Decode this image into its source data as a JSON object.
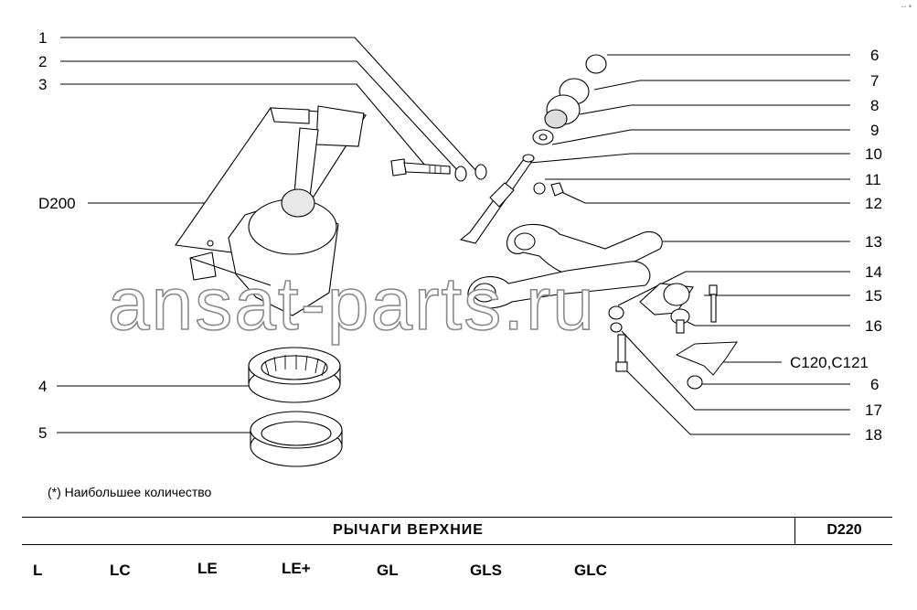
{
  "callouts_left": [
    {
      "label": "1"
    },
    {
      "label": "2"
    },
    {
      "label": "3"
    },
    {
      "label": "D200"
    },
    {
      "label": "4"
    },
    {
      "label": "5"
    }
  ],
  "callouts_right": [
    {
      "label": "6"
    },
    {
      "label": "7"
    },
    {
      "label": "8"
    },
    {
      "label": "9"
    },
    {
      "label": "10"
    },
    {
      "label": "11"
    },
    {
      "label": "12"
    },
    {
      "label": "13"
    },
    {
      "label": "14"
    },
    {
      "label": "15"
    },
    {
      "label": "16"
    },
    {
      "label": "C120,C121"
    },
    {
      "label": "6"
    },
    {
      "label": "17"
    },
    {
      "label": "18"
    }
  ],
  "footnote": "(*) Наибольшее количество",
  "title": "РЫЧАГИ   ВЕРХНИЕ",
  "code": "D220",
  "versions": [
    "L",
    "LC",
    "LE",
    "LE+",
    "GL",
    "GLS",
    "GLC"
  ],
  "watermark": "ansat-parts.ru",
  "corner_mark": "-- •"
}
